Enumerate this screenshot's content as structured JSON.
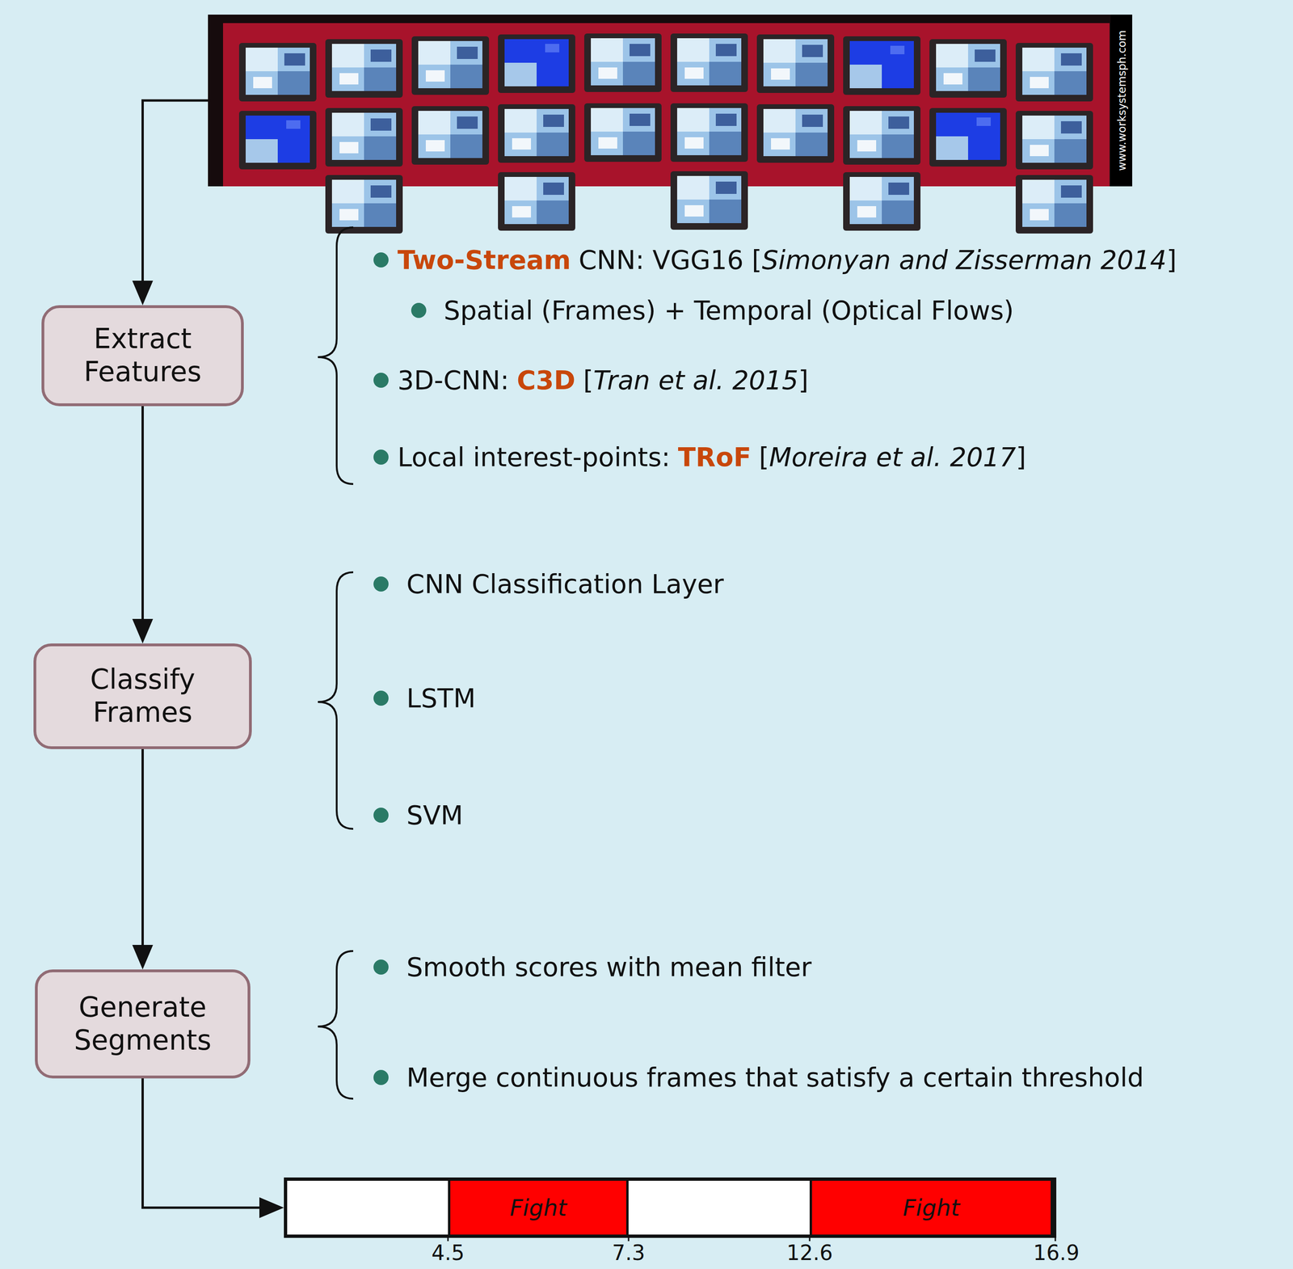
{
  "diagram": {
    "nodes": [
      {
        "text": [
          "www.worksystemsph.com"
        ]
      },
      {
        "text": [
          "Extract Features"
        ]
      },
      {
        "text": [
          "Classify Frames"
        ]
      },
      {
        "text": [
          "Generate Segments"
        ]
      },
      {
        "text": [
          "4.5",
          "7.3",
          "12.6",
          "16.9"
        ]
      },
      {
        "text": [
          "Fight"
        ],
        "in": 4
      },
      {
        "text": [
          "Fight"
        ],
        "in": 4
      }
    ],
    "edges": [
      {
        "from": 0,
        "to": 1,
        "arrow": "to"
      },
      {
        "from": 1,
        "to": 2,
        "arrow": "to"
      },
      {
        "from": 2,
        "to": 3,
        "arrow": "to"
      },
      {
        "from": 3,
        "to": 4,
        "arrow": "to"
      }
    ],
    "labels": [
      "Two-Stream",
      "CNN: VGG16 [",
      "Simonyan and Zisserman 2014",
      "]",
      "Spatial (Frames) + Temporal (Optical Flows)",
      "3D-CNN:",
      "C3D",
      "[",
      "Tran et al. 2015",
      "]",
      "Local interest-points:",
      "TRoF",
      "[",
      "Moreira et al. 2017",
      "]",
      "CNN Classification Layer",
      "LSTM",
      "SVM",
      "Smooth scores with mean filter",
      "Merge continuous frames that satisfy a certain threshold"
    ]
  }
}
